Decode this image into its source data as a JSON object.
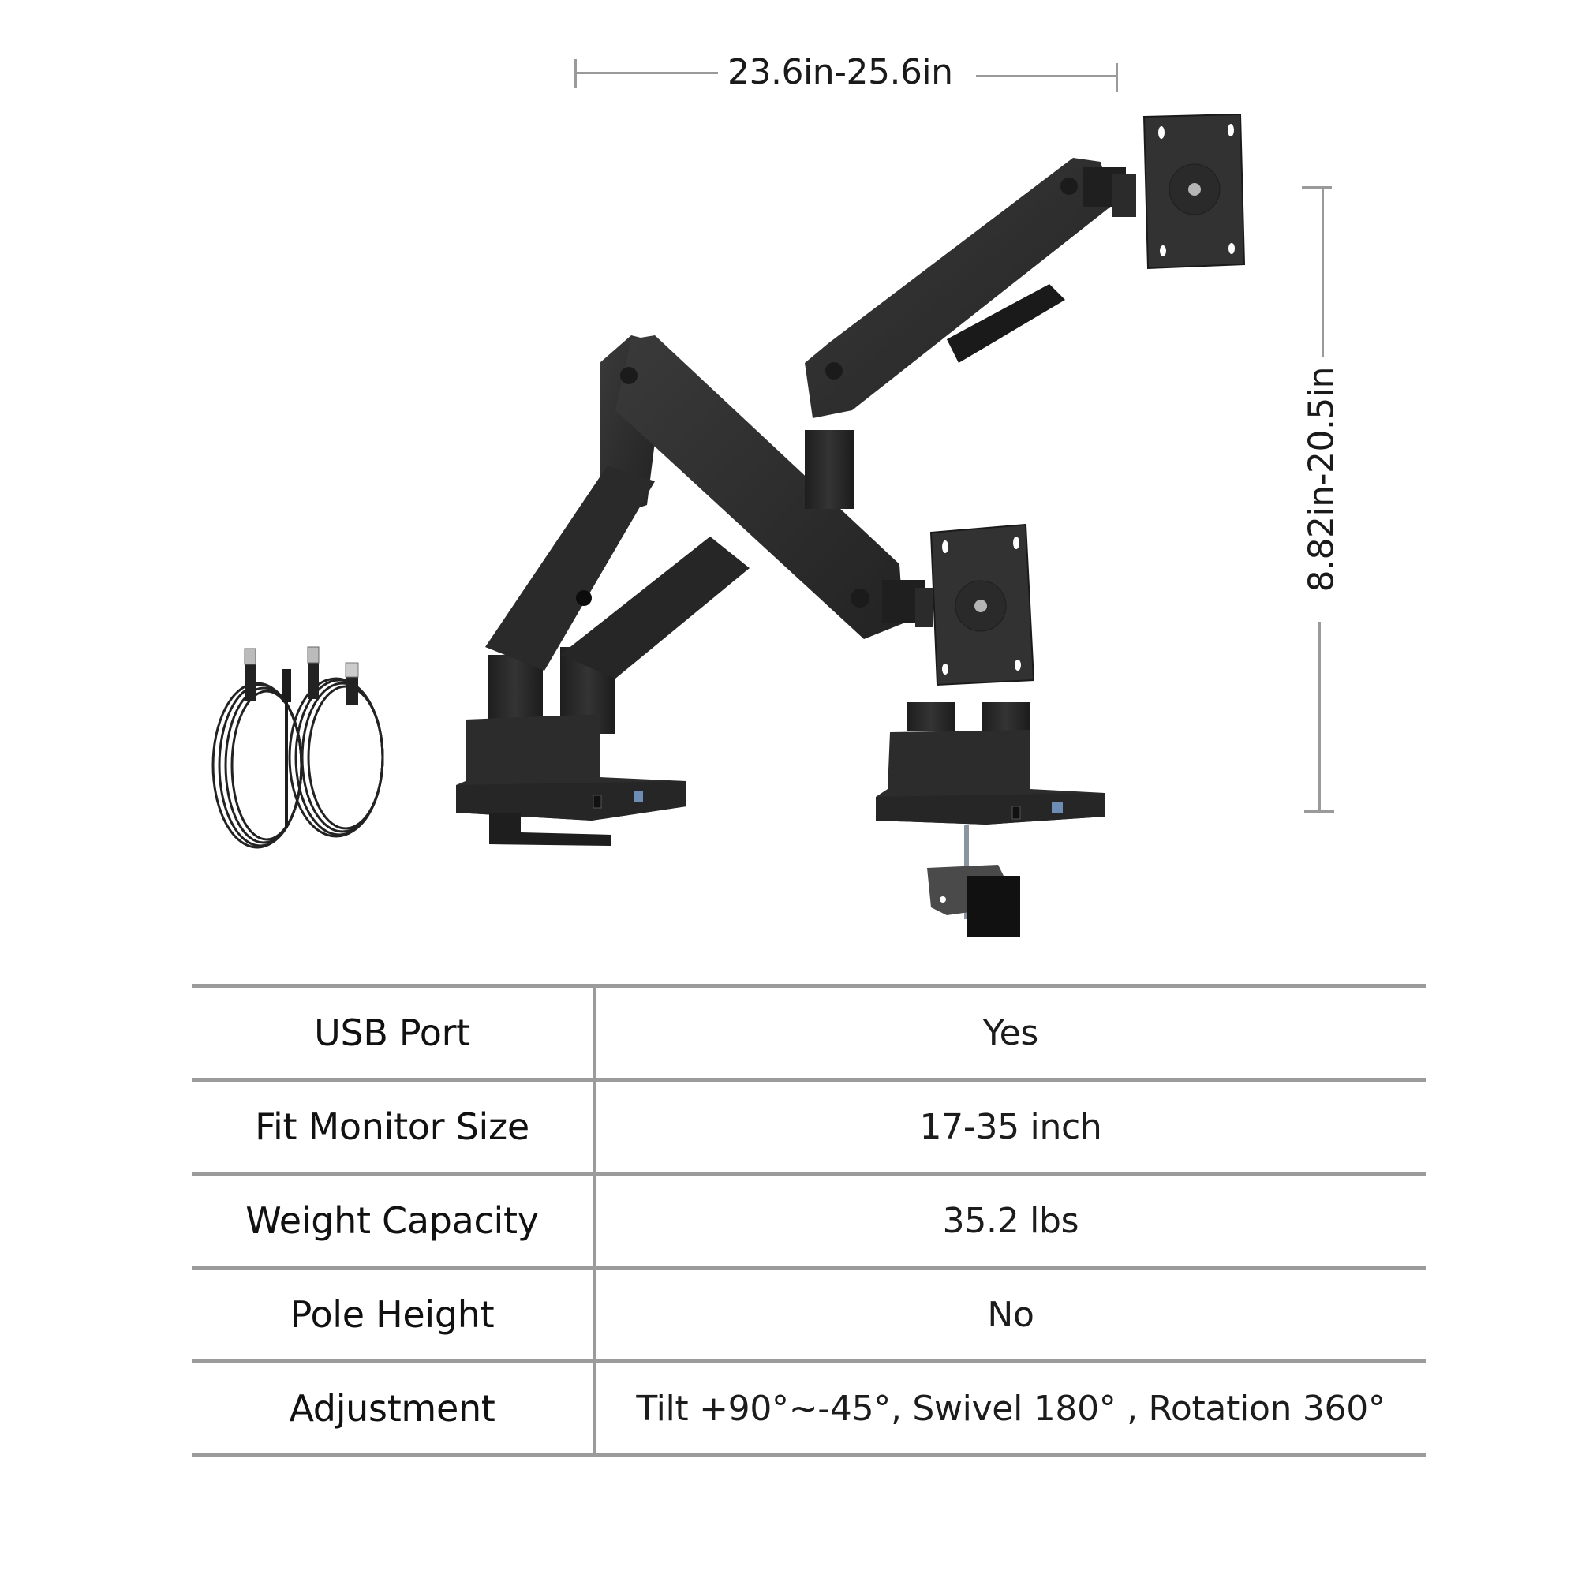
{
  "dimensions": {
    "width_label": "23.6in-25.6in",
    "height_label": "8.82in-20.5in"
  },
  "product": {
    "name": "dual monitor arm",
    "color": "#2b2b2b",
    "accessories": [
      "usb-cable",
      "usb-cable"
    ],
    "mount_types": [
      "desk-clamp-base",
      "c-clamp-base"
    ]
  },
  "specs": {
    "rows": [
      {
        "label": "USB Port",
        "value": "Yes"
      },
      {
        "label": "Fit Monitor Size",
        "value": "17-35 inch"
      },
      {
        "label": "Weight Capacity",
        "value": "35.2 lbs"
      },
      {
        "label": "Pole Height",
        "value": "No"
      },
      {
        "label": "Adjustment",
        "value": "Tilt +90°~-45°, Swivel 180° , Rotation 360°"
      }
    ]
  },
  "colors": {
    "rule": "#9b9b9b",
    "text": "#111111",
    "metal": "#2b2b2b"
  }
}
